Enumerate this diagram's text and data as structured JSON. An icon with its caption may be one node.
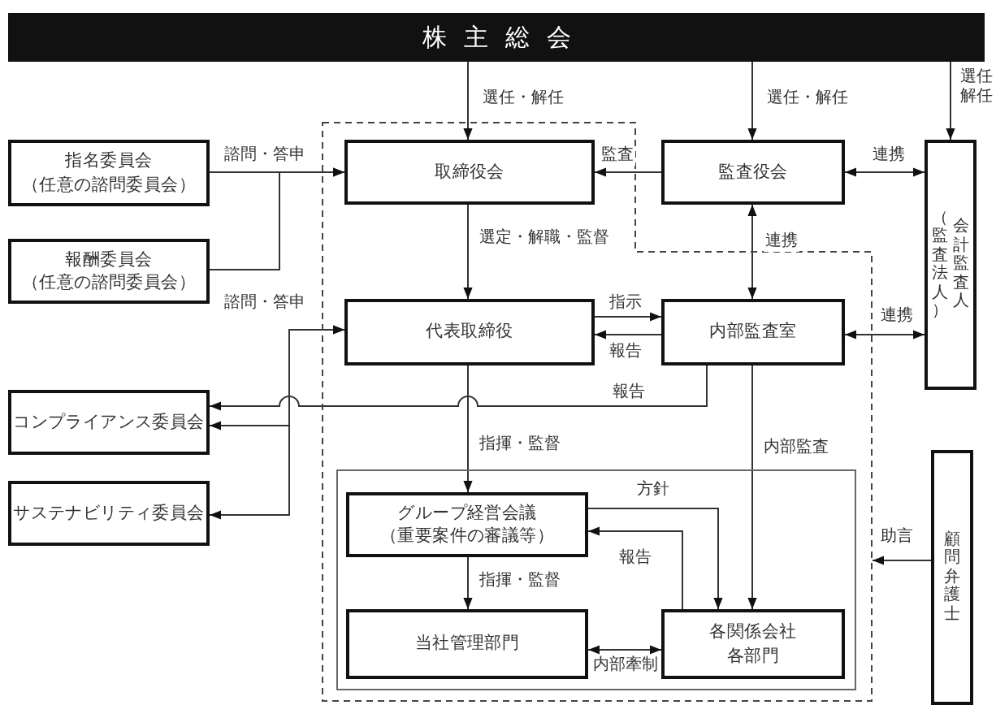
{
  "diagram": {
    "nodes": [
      {
        "text": [
          "株主総会"
        ]
      },
      {
        "text": [],
        "shape": "box"
      },
      {
        "text": [
          "指名委員会",
          "（任意の諮問委員会）"
        ]
      },
      {
        "text": [
          "取締役会"
        ],
        "in": 1
      },
      {
        "text": [
          "監査役会"
        ]
      },
      {
        "text": [
          "（監査法人）",
          "会計監査人"
        ]
      },
      {
        "text": [
          "報酬委員会",
          "（任意の諮問委員会）"
        ]
      },
      {
        "text": [
          "代表取締役"
        ],
        "in": 1
      },
      {
        "text": [
          "内部監査室"
        ],
        "in": 1
      },
      {
        "text": [
          "コンプライアンス委員会"
        ]
      },
      {
        "text": [
          "サステナビリティ委員会"
        ]
      },
      {
        "text": [],
        "shape": "box",
        "in": 1
      },
      {
        "text": [
          "グループ経営会議",
          "（重要案件の審議等）"
        ],
        "in": 11
      },
      {
        "text": [
          "顧問弁護士"
        ]
      },
      {
        "text": [
          "当社管理部門"
        ],
        "in": 11
      },
      {
        "text": [
          "各関係会社",
          "各部門"
        ],
        "in": 11
      }
    ],
    "edges": [
      {
        "from": 0,
        "to": 3,
        "arrow": "to",
        "label": "選任・解任"
      },
      {
        "from": 0,
        "to": 4,
        "arrow": "to",
        "label": "選任・解任"
      },
      {
        "from": 0,
        "to": 5,
        "arrow": "to",
        "label": "選任解任"
      },
      {
        "from": 2,
        "to": 3,
        "arrow": "to",
        "label": "諮問・答申"
      },
      {
        "from": 6,
        "to": 3,
        "arrow": "to"
      },
      {
        "from": 4,
        "to": 3,
        "arrow": "to",
        "label": "監査"
      },
      {
        "from": 4,
        "to": 5,
        "arrow": "both",
        "label": "連携"
      },
      {
        "from": 3,
        "to": 7,
        "arrow": "to",
        "label": "選定・解職・監督"
      },
      {
        "from": 4,
        "to": 8,
        "arrow": "both",
        "label": "連携"
      },
      {
        "from": 7,
        "to": 8,
        "arrow": "to",
        "label": "指示"
      },
      {
        "from": 8,
        "to": 7,
        "arrow": "to",
        "label": "報告"
      },
      {
        "from": 8,
        "to": 5,
        "arrow": "both",
        "label": "連携"
      },
      {
        "from": 7,
        "to": 9,
        "arrow": "both",
        "label": "諮問・答申"
      },
      {
        "from": 7,
        "to": 10,
        "arrow": "both"
      },
      {
        "from": 8,
        "to": 9,
        "arrow": "to",
        "label": "報告"
      },
      {
        "from": 7,
        "to": 12,
        "arrow": "to",
        "label": "指揮・監督"
      },
      {
        "from": 12,
        "to": 14,
        "arrow": "to",
        "label": "指揮・監督"
      },
      {
        "from": 12,
        "to": 15,
        "arrow": "to",
        "label": "方針"
      },
      {
        "from": 15,
        "to": 12,
        "arrow": "to",
        "label": "報告"
      },
      {
        "from": 14,
        "to": 15,
        "arrow": "both",
        "label": "内部牽制"
      },
      {
        "from": 8,
        "to": 15,
        "arrow": "to",
        "label": "内部監査"
      },
      {
        "from": 13,
        "to": 1,
        "arrow": "to",
        "label": "助言"
      }
    ]
  }
}
